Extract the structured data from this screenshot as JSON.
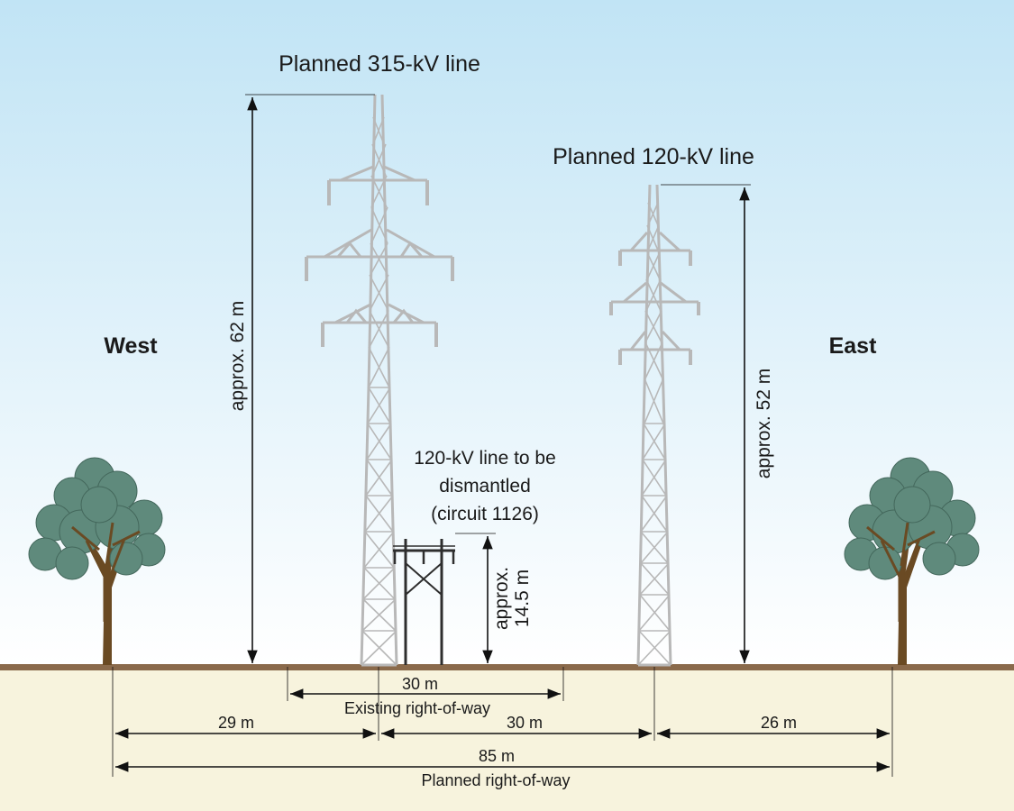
{
  "towers": {
    "t315": {
      "title": "Planned 315-kV line",
      "height_label": "approx. 62 m"
    },
    "t120": {
      "title": "Planned 120-kV line",
      "height_label": "approx. 52 m"
    },
    "old": {
      "title_lines": [
        "120-kV line to be",
        "dismantled",
        "(circuit 1126)"
      ],
      "height_label_lines": [
        "approx.",
        "14.5 m"
      ]
    }
  },
  "directions": {
    "west": "West",
    "east": "East"
  },
  "dimensions": {
    "existing_width": "30 m",
    "existing_caption": "Existing right-of-way",
    "west_span": "29 m",
    "middle_span": "30 m",
    "east_span": "26 m",
    "planned_width": "85 m",
    "planned_caption": "Planned right-of-way"
  },
  "colors": {
    "sky_top": "#c1e4f5",
    "sky_bottom": "#ffffff",
    "ground_strip": "#8a6a4b",
    "ground": "#f7f3dd",
    "tower": "#b8b8b8",
    "tree_foliage": "#5f8a7c",
    "tree_trunk": "#6a4a23"
  }
}
